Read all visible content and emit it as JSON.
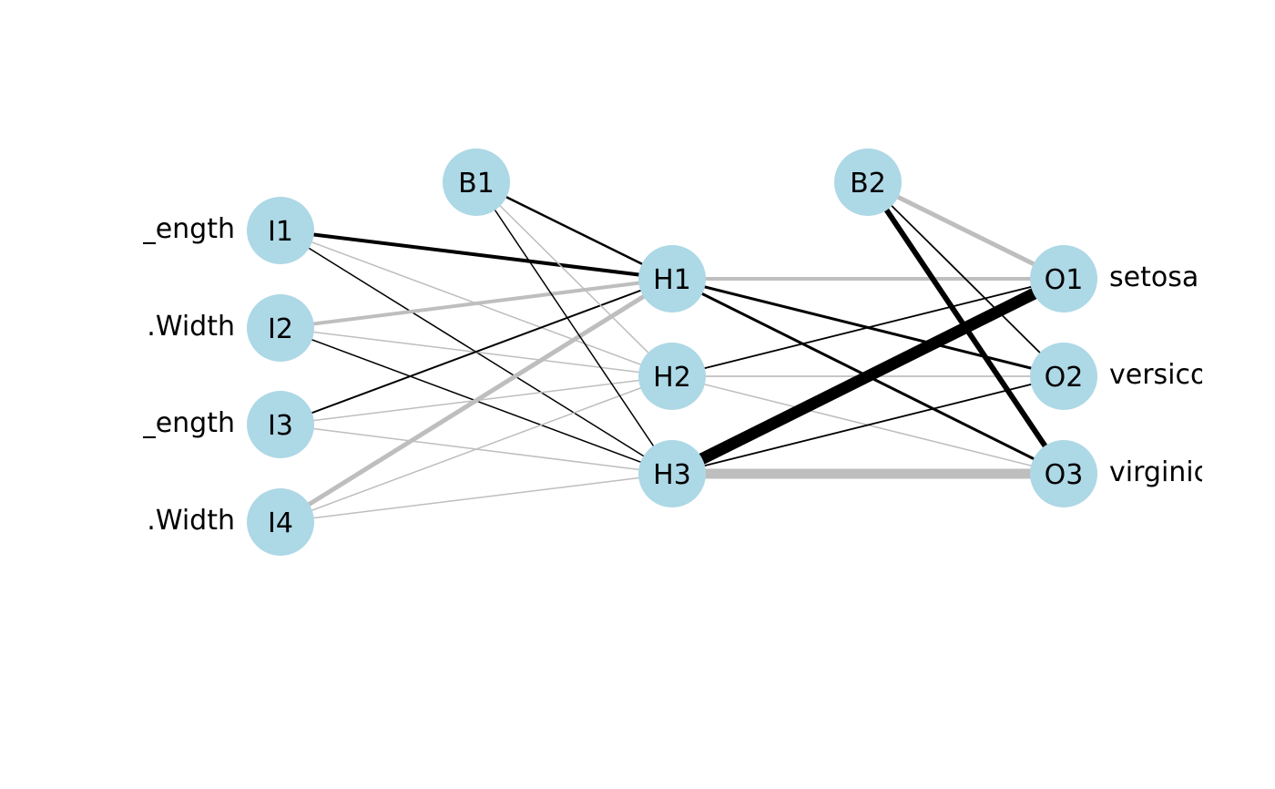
{
  "diagram": {
    "type": "neural-network",
    "colors": {
      "node_fill": "#add8e6",
      "positive_edge": "#000000",
      "negative_edge": "#bebebe",
      "text": "#000000"
    },
    "layers": [
      {
        "name": "input",
        "nodes": [
          "I1",
          "I2",
          "I3",
          "I4"
        ]
      },
      {
        "name": "bias1",
        "nodes": [
          "B1"
        ]
      },
      {
        "name": "hidden",
        "nodes": [
          "H1",
          "H2",
          "H3"
        ]
      },
      {
        "name": "bias2",
        "nodes": [
          "B2"
        ]
      },
      {
        "name": "output",
        "nodes": [
          "O1",
          "O2",
          "O3"
        ]
      }
    ],
    "input_labels": [
      "_ength",
      ".Width",
      "_ength",
      ".Width"
    ],
    "output_labels": [
      "setosa",
      "versico",
      "virginic"
    ],
    "edges": [
      {
        "from": "I1",
        "to": "H1",
        "sign": "positive",
        "weight": 4
      },
      {
        "from": "I1",
        "to": "H2",
        "sign": "negative",
        "weight": 1.5
      },
      {
        "from": "I1",
        "to": "H3",
        "sign": "positive",
        "weight": 1.5
      },
      {
        "from": "I2",
        "to": "H1",
        "sign": "negative",
        "weight": 4
      },
      {
        "from": "I2",
        "to": "H2",
        "sign": "negative",
        "weight": 1.5
      },
      {
        "from": "I2",
        "to": "H3",
        "sign": "positive",
        "weight": 1.5
      },
      {
        "from": "I3",
        "to": "H1",
        "sign": "positive",
        "weight": 2
      },
      {
        "from": "I3",
        "to": "H2",
        "sign": "negative",
        "weight": 1.5
      },
      {
        "from": "I3",
        "to": "H3",
        "sign": "negative",
        "weight": 1.5
      },
      {
        "from": "I4",
        "to": "H1",
        "sign": "negative",
        "weight": 5
      },
      {
        "from": "I4",
        "to": "H2",
        "sign": "negative",
        "weight": 1.5
      },
      {
        "from": "I4",
        "to": "H3",
        "sign": "negative",
        "weight": 1.5
      },
      {
        "from": "B1",
        "to": "H1",
        "sign": "positive",
        "weight": 2.5
      },
      {
        "from": "B1",
        "to": "H2",
        "sign": "negative",
        "weight": 1.5
      },
      {
        "from": "B1",
        "to": "H3",
        "sign": "positive",
        "weight": 1.5
      },
      {
        "from": "H1",
        "to": "O1",
        "sign": "negative",
        "weight": 4
      },
      {
        "from": "H1",
        "to": "O2",
        "sign": "positive",
        "weight": 3
      },
      {
        "from": "H1",
        "to": "O3",
        "sign": "positive",
        "weight": 3
      },
      {
        "from": "H2",
        "to": "O1",
        "sign": "positive",
        "weight": 1.8
      },
      {
        "from": "H2",
        "to": "O2",
        "sign": "negative",
        "weight": 1.8
      },
      {
        "from": "H2",
        "to": "O3",
        "sign": "negative",
        "weight": 1.5
      },
      {
        "from": "H3",
        "to": "O1",
        "sign": "positive",
        "weight": 13
      },
      {
        "from": "H3",
        "to": "O2",
        "sign": "positive",
        "weight": 1.8
      },
      {
        "from": "H3",
        "to": "O3",
        "sign": "negative",
        "weight": 11
      },
      {
        "from": "B2",
        "to": "O1",
        "sign": "negative",
        "weight": 5
      },
      {
        "from": "B2",
        "to": "O2",
        "sign": "positive",
        "weight": 1.8
      },
      {
        "from": "B2",
        "to": "O3",
        "sign": "positive",
        "weight": 6
      }
    ]
  }
}
